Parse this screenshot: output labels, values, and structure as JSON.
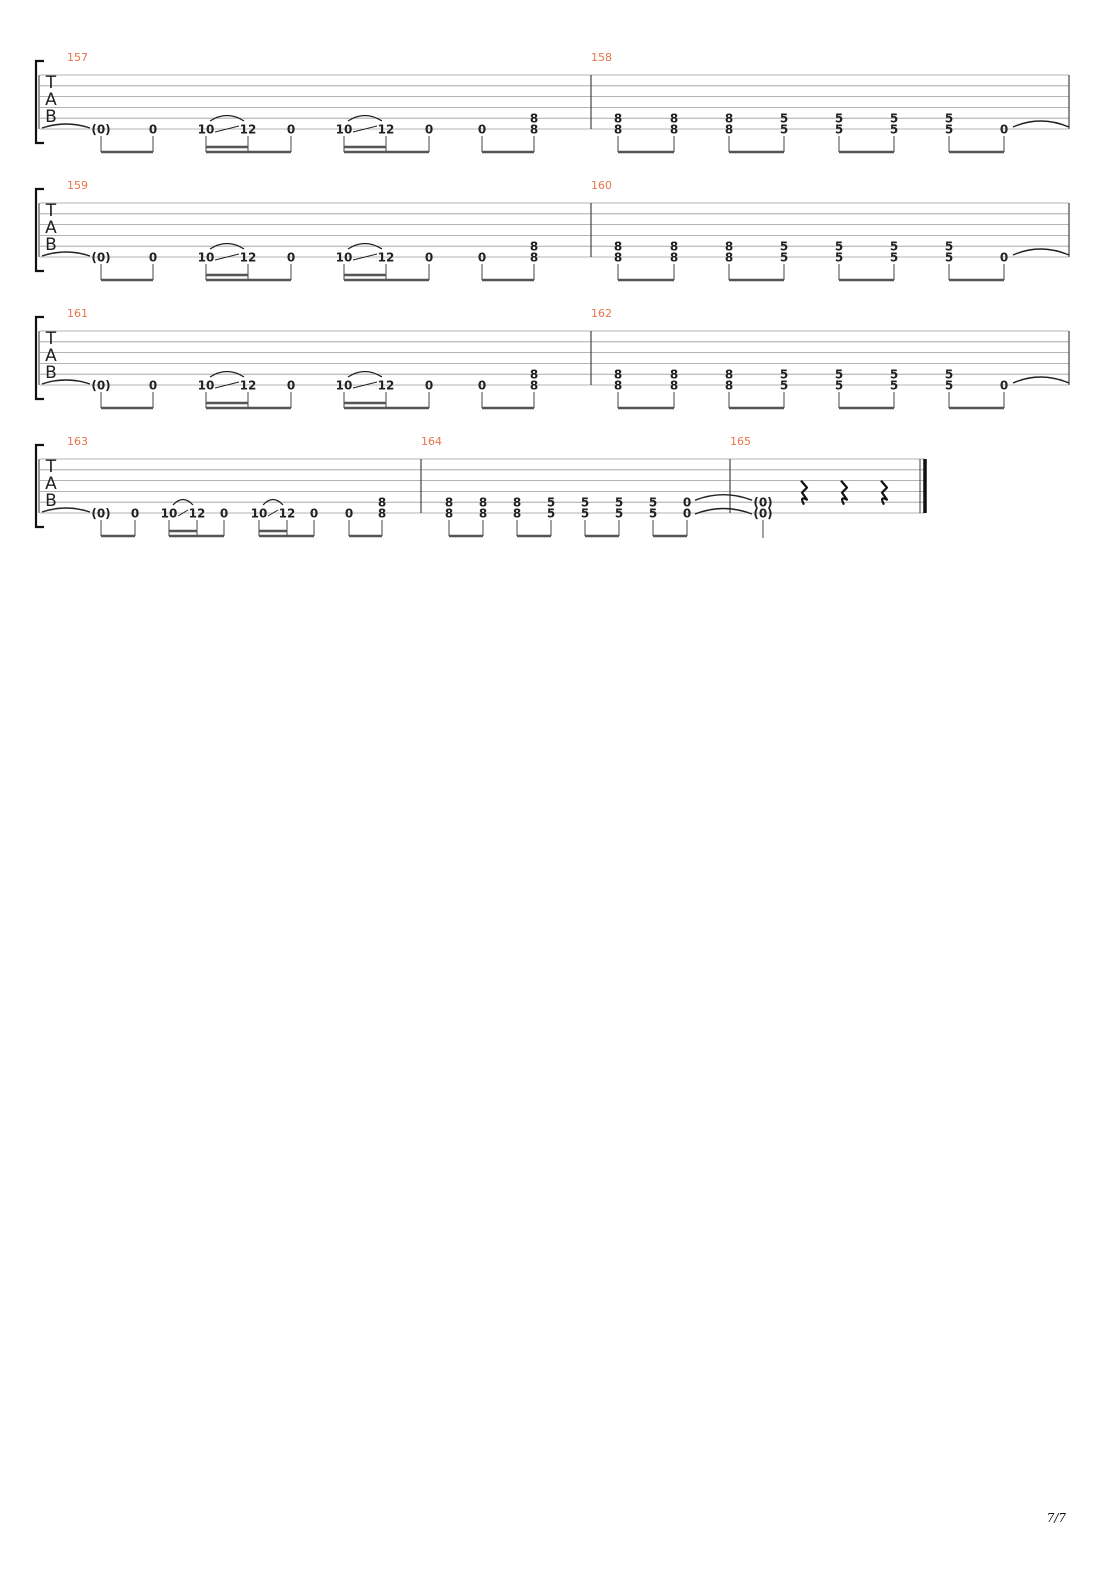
{
  "page": {
    "number": "7/7"
  },
  "clef": [
    "T",
    "A",
    "B"
  ],
  "systems": [
    {
      "measures": [
        {
          "number": "157",
          "notes": [
            {
              "frets": [
                "(0)"
              ]
            },
            {
              "frets": [
                "0"
              ]
            },
            {
              "frets": [
                "10"
              ],
              "slide": true
            },
            {
              "frets": [
                "12"
              ]
            },
            {
              "frets": [
                "0"
              ]
            },
            {
              "frets": [
                "10"
              ],
              "slide": true
            },
            {
              "frets": [
                "12"
              ]
            },
            {
              "frets": [
                "0"
              ]
            },
            {
              "frets": [
                "0"
              ]
            },
            {
              "frets": [
                "8",
                "8"
              ]
            }
          ]
        },
        {
          "number": "158",
          "notes": [
            {
              "frets": [
                "8",
                "8"
              ]
            },
            {
              "frets": [
                "8",
                "8"
              ]
            },
            {
              "frets": [
                "8",
                "8"
              ]
            },
            {
              "frets": [
                "5",
                "5"
              ]
            },
            {
              "frets": [
                "5",
                "5"
              ]
            },
            {
              "frets": [
                "5",
                "5"
              ]
            },
            {
              "frets": [
                "5",
                "5"
              ]
            },
            {
              "frets": [
                "0"
              ]
            }
          ]
        }
      ]
    },
    {
      "measures": [
        {
          "number": "159",
          "notes": [
            {
              "frets": [
                "(0)"
              ]
            },
            {
              "frets": [
                "0"
              ]
            },
            {
              "frets": [
                "10"
              ],
              "slide": true
            },
            {
              "frets": [
                "12"
              ]
            },
            {
              "frets": [
                "0"
              ]
            },
            {
              "frets": [
                "10"
              ],
              "slide": true
            },
            {
              "frets": [
                "12"
              ]
            },
            {
              "frets": [
                "0"
              ]
            },
            {
              "frets": [
                "0"
              ]
            },
            {
              "frets": [
                "8",
                "8"
              ]
            }
          ]
        },
        {
          "number": "160",
          "notes": [
            {
              "frets": [
                "8",
                "8"
              ]
            },
            {
              "frets": [
                "8",
                "8"
              ]
            },
            {
              "frets": [
                "8",
                "8"
              ]
            },
            {
              "frets": [
                "5",
                "5"
              ]
            },
            {
              "frets": [
                "5",
                "5"
              ]
            },
            {
              "frets": [
                "5",
                "5"
              ]
            },
            {
              "frets": [
                "5",
                "5"
              ]
            },
            {
              "frets": [
                "0"
              ]
            }
          ]
        }
      ]
    },
    {
      "measures": [
        {
          "number": "161",
          "notes": [
            {
              "frets": [
                "(0)"
              ]
            },
            {
              "frets": [
                "0"
              ]
            },
            {
              "frets": [
                "10"
              ],
              "slide": true
            },
            {
              "frets": [
                "12"
              ]
            },
            {
              "frets": [
                "0"
              ]
            },
            {
              "frets": [
                "10"
              ],
              "slide": true
            },
            {
              "frets": [
                "12"
              ]
            },
            {
              "frets": [
                "0"
              ]
            },
            {
              "frets": [
                "0"
              ]
            },
            {
              "frets": [
                "8",
                "8"
              ]
            }
          ]
        },
        {
          "number": "162",
          "notes": [
            {
              "frets": [
                "8",
                "8"
              ]
            },
            {
              "frets": [
                "8",
                "8"
              ]
            },
            {
              "frets": [
                "8",
                "8"
              ]
            },
            {
              "frets": [
                "5",
                "5"
              ]
            },
            {
              "frets": [
                "5",
                "5"
              ]
            },
            {
              "frets": [
                "5",
                "5"
              ]
            },
            {
              "frets": [
                "5",
                "5"
              ]
            },
            {
              "frets": [
                "0"
              ]
            }
          ]
        }
      ]
    },
    {
      "measures": [
        {
          "number": "163",
          "notes": [
            {
              "frets": [
                "(0)"
              ]
            },
            {
              "frets": [
                "0"
              ]
            },
            {
              "frets": [
                "10"
              ],
              "slide": true
            },
            {
              "frets": [
                "12"
              ]
            },
            {
              "frets": [
                "0"
              ]
            },
            {
              "frets": [
                "10"
              ],
              "slide": true
            },
            {
              "frets": [
                "12"
              ]
            },
            {
              "frets": [
                "0"
              ]
            },
            {
              "frets": [
                "0"
              ]
            },
            {
              "frets": [
                "8",
                "8"
              ]
            }
          ]
        },
        {
          "number": "164",
          "notes": [
            {
              "frets": [
                "8",
                "8"
              ]
            },
            {
              "frets": [
                "8",
                "8"
              ]
            },
            {
              "frets": [
                "8",
                "8"
              ]
            },
            {
              "frets": [
                "5",
                "5"
              ]
            },
            {
              "frets": [
                "5",
                "5"
              ]
            },
            {
              "frets": [
                "5",
                "5"
              ]
            },
            {
              "frets": [
                "5",
                "5"
              ]
            },
            {
              "frets": [
                "0",
                "0"
              ]
            }
          ]
        },
        {
          "number": "165",
          "notes": [
            {
              "frets": [
                "(0)",
                "(0)"
              ]
            }
          ],
          "rests": 3,
          "final": true
        }
      ]
    }
  ]
}
